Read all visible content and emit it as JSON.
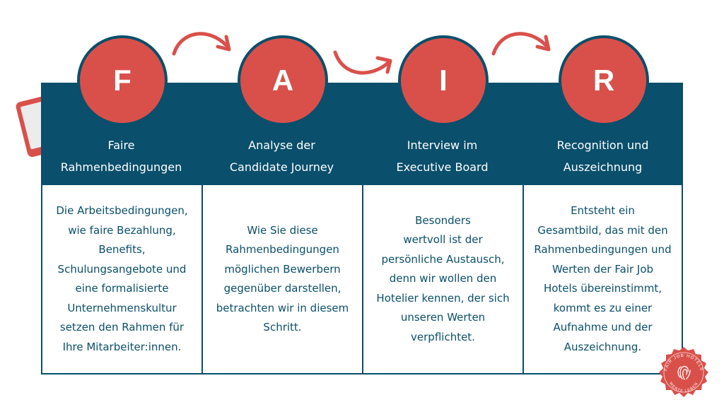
{
  "colors": {
    "navy": "#0a4f6b",
    "red": "#d9504a",
    "white": "#ffffff",
    "screen": "#ececec"
  },
  "steps": [
    {
      "letter": "F",
      "title_line1": "Faire",
      "title_line2": "Rahmenbedingungen",
      "body": "Die Arbeitsbedingungen,\nwie faire Bezahlung,\nBenefits,\nSchulungsangebote und\neine formalisierte\nUnternehmenskultur\nsetzen den Rahmen für\nIhre Mitarbeiter:innen."
    },
    {
      "letter": "A",
      "title_line1": "Analyse der",
      "title_line2": "Candidate Journey",
      "body": "Wie Sie diese\nRahmenbedingungen\nmöglichen Bewerbern\ngegenüber darstellen,\nbetrachten wir in diesem\nSchritt."
    },
    {
      "letter": "I",
      "title_line1": "Interview im",
      "title_line2": "Executive Board",
      "body": "Besonders\nwertvoll ist der\npersönliche Austausch,\ndenn wir wollen den\nHotelier kennen, der sich\nunseren Werten\nverpflichtet."
    },
    {
      "letter": "R",
      "title_line1": "Recognition und",
      "title_line2": "Auszeichnung",
      "body": "Entsteht ein\nGesamtbild, das mit den\nRahmenbedingungen und\nWerten der Fair Job\nHotels übereinstimmt,\nkommt es zu einer\nAufnahme und der\nAuszeichnung."
    }
  ],
  "icons": {
    "tablet": "tablet-icon",
    "seal": "fair-job-hotels-seal-icon",
    "arrow": "curved-arrow-icon"
  },
  "seal": {
    "text_top": "FAIR JOB HOTELS",
    "text_bottom": "WERTE LEBEN"
  }
}
